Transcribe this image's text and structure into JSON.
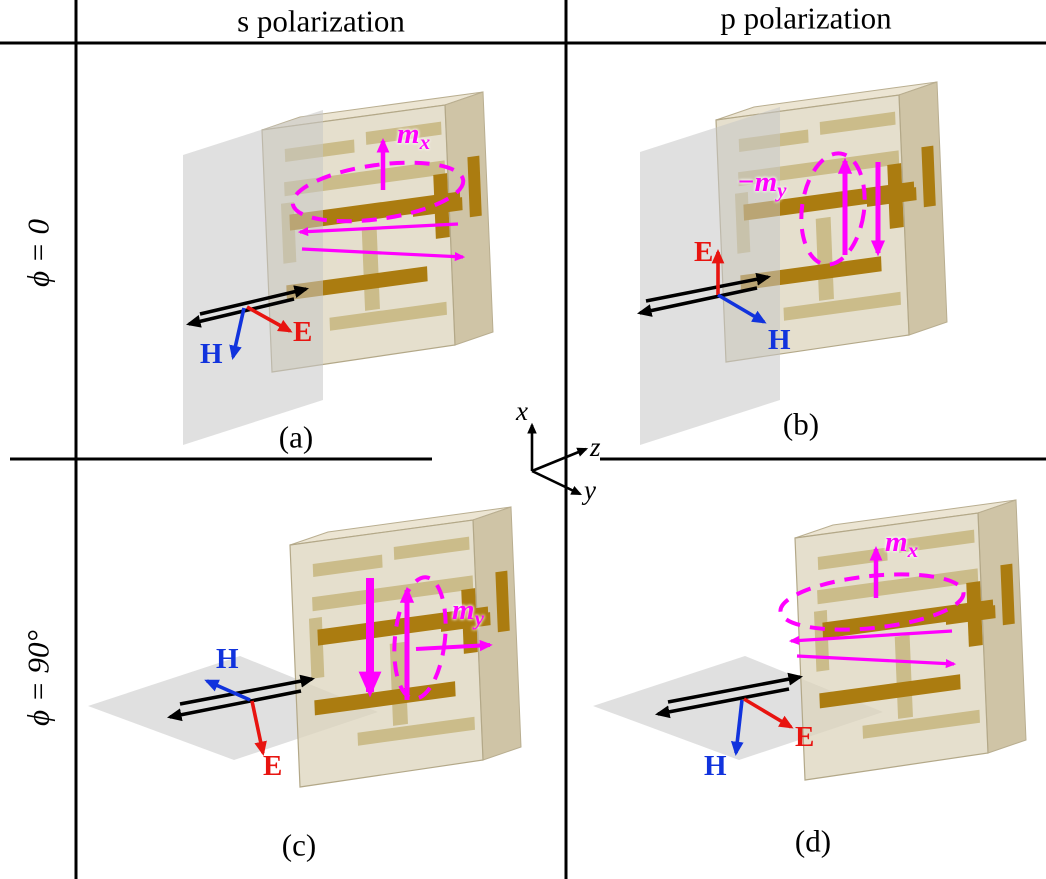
{
  "header": {
    "columns": [
      {
        "label": "s polarization"
      },
      {
        "label": "p polarization"
      }
    ],
    "rows": [
      {
        "label": "ϕ = 0"
      },
      {
        "label": "ϕ = 90°"
      }
    ]
  },
  "axes": {
    "x": "x",
    "y": "y",
    "z": "z"
  },
  "panels": {
    "a": {
      "tag": "(a)",
      "e": "E",
      "h": "H",
      "moment_base": "m",
      "moment_sub": "x"
    },
    "b": {
      "tag": "(b)",
      "e": "E",
      "h": "H",
      "moment_base": "−m",
      "moment_sub": "y"
    },
    "c": {
      "tag": "(c)",
      "e": "E",
      "h": "H",
      "moment_base": "m",
      "moment_sub": "y"
    },
    "d": {
      "tag": "(d)",
      "e": "E",
      "h": "H",
      "moment_base": "m",
      "moment_sub": "x"
    }
  },
  "colors": {
    "moment_magenta": "#ff00ff",
    "e_field_red": "#e81410",
    "h_field_blue": "#1133dd",
    "wavevector_black": "#000000",
    "slab_beige": "#dbd2ba",
    "resonator_gold": "#ab7c10",
    "incidence_plane_gray": "#c6c6c6"
  }
}
